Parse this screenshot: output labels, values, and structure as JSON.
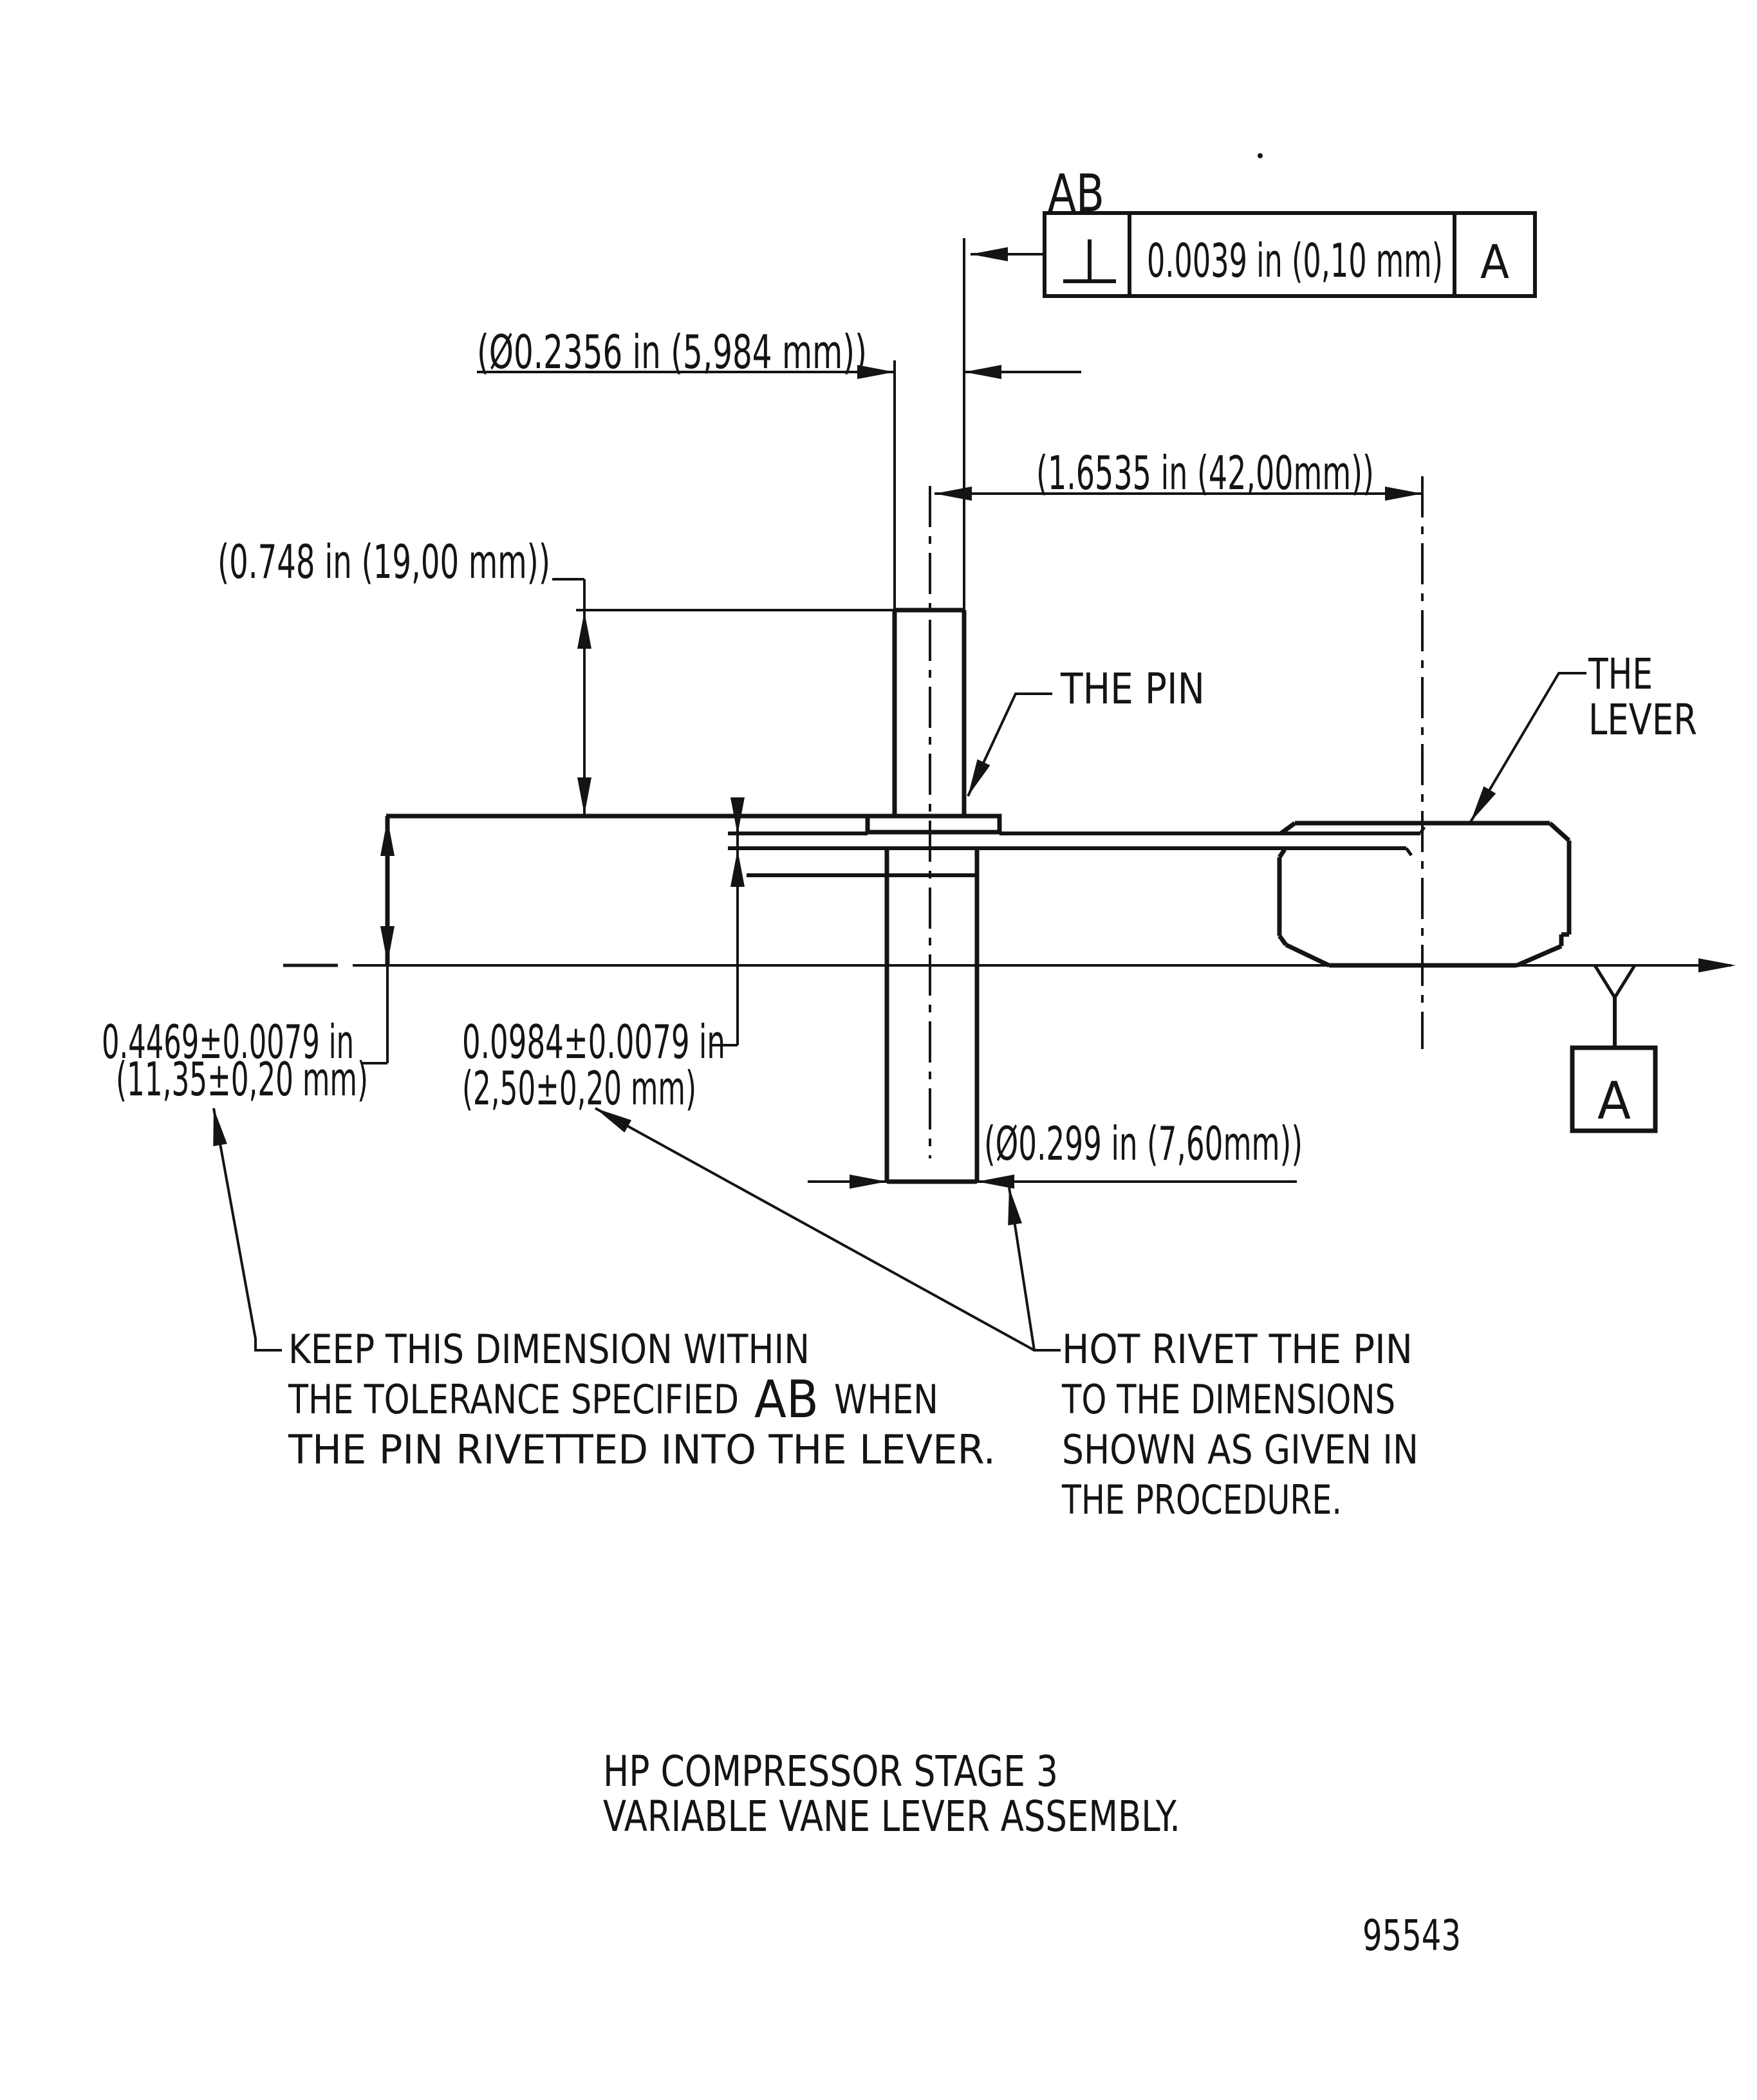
{
  "page": {
    "background": "#ffffff",
    "ink": "#141414"
  },
  "callouts": {
    "ab_label": "AB",
    "feature_frame": {
      "symbol_name": "perpendicularity",
      "tolerance": "0.0039 in (0,10 mm)",
      "datum_ref": "A"
    }
  },
  "dimensions": {
    "pin_diameter": "(Ø0.2356 in (5,984 mm))",
    "pin_height": "(0.748 in (19,00 mm))",
    "lever_length": "(1.6535 in (42,00mm))",
    "boss_height_in": "0.4469±0.0079 in",
    "boss_height_mm": "(11,35±0,20 mm)",
    "plate_thickness_in": "0.0984±0.0079 in",
    "plate_thickness_mm": "(2,50±0,20 mm)",
    "rivet_diameter": "(Ø0.299 in (7,60mm))"
  },
  "part_labels": {
    "pin": "THE PIN",
    "lever_line1": "THE",
    "lever_line2": "LEVER",
    "datum": "A"
  },
  "notes": {
    "keep_line1": "KEEP THIS DIMENSION WITHIN",
    "keep_line2_pre": "THE TOLERANCE SPECIFIED",
    "keep_line2_ab": "AB",
    "keep_line2_post": "WHEN",
    "keep_line3": "THE PIN RIVETTED INTO THE LEVER.",
    "rivet_line1": "HOT RIVET THE PIN",
    "rivet_line2": "TO THE DIMENSIONS",
    "rivet_line3": "SHOWN AS GIVEN IN",
    "rivet_line4": "THE PROCEDURE."
  },
  "title_block": {
    "line1": "HP COMPRESSOR STAGE 3",
    "line2": "VARIABLE VANE LEVER ASSEMBLY.",
    "drawing_number": "95543"
  }
}
